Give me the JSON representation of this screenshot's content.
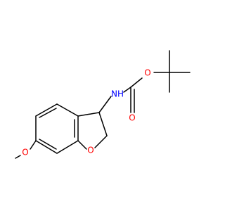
{
  "molecule": {
    "atoms": {
      "nh": "NH",
      "ester_o": "O",
      "carbonyl_o": "O",
      "ring_o": "O",
      "methoxy_o": "O"
    },
    "colors": {
      "bond": "#000000",
      "nitrogen": "#0000ff",
      "oxygen": "#ff0000",
      "background": "#ffffff"
    }
  }
}
